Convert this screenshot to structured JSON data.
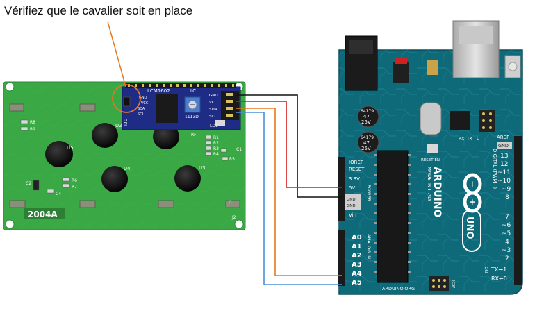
{
  "caption": "Vérifiez que le cavalier soit en place",
  "lcd": {
    "model": "2004A",
    "i2c_module": "LCM1602",
    "i2c_label": "IIC",
    "i2c_side": "I2C",
    "pins": [
      "GND",
      "VCC",
      "SDA",
      "SCL"
    ],
    "backpack_left": [
      "GND",
      "VCC",
      "SDA",
      "SCL"
    ],
    "chips": [
      "U2",
      "U3",
      "U4",
      "U5"
    ],
    "ref": [
      "R8",
      "R9",
      "R6",
      "R7",
      "C4",
      "C2",
      "C1",
      "J1",
      "J2",
      "R1",
      "R2",
      "R3",
      "R4",
      "R5",
      "LD1",
      "RF"
    ],
    "pot_code": "1113D"
  },
  "arduino": {
    "brand": "ARDUINO",
    "model": "UNO",
    "made_in": "MADE IN ITALY",
    "website": "ARDUINO.ORG",
    "digital_label": "DIGITAL (PWM~)",
    "power_label": "POWER",
    "analog_label": "ANALOG IN",
    "reset_label": "RESET",
    "on_label": "ON",
    "icsp_label": "ICSP",
    "reset_en": "RESET EN",
    "aref": "AREF",
    "gnd": "GND",
    "cap1": [
      "64179",
      "47",
      "25V"
    ],
    "cap2": [
      "64179",
      "47",
      "25V"
    ],
    "power_pins": [
      "IOREF",
      "RESET",
      "3.3V",
      "5V",
      "GND",
      "GND",
      "Vin"
    ],
    "analog_pins": [
      "A0",
      "A1",
      "A2",
      "A3",
      "A4",
      "A5"
    ],
    "digital_pins": [
      "13",
      "12",
      "~11",
      "~10",
      "~9",
      "8",
      "7",
      "~6",
      "~5",
      "4",
      "~3",
      "2",
      "TX→1",
      "RX←0"
    ],
    "tx_rx": [
      "TX",
      "RX",
      "L"
    ]
  },
  "wires": [
    {
      "name": "GND",
      "color": "#111111"
    },
    {
      "name": "VCC",
      "color": "#d21a1a"
    },
    {
      "name": "SDA",
      "color": "#e8781e"
    },
    {
      "name": "SCL",
      "color": "#4a90d9"
    }
  ],
  "colors": {
    "lcd_board": "#39a845",
    "arduino_board": "#0e6a78",
    "highlight": "#e8781e"
  }
}
